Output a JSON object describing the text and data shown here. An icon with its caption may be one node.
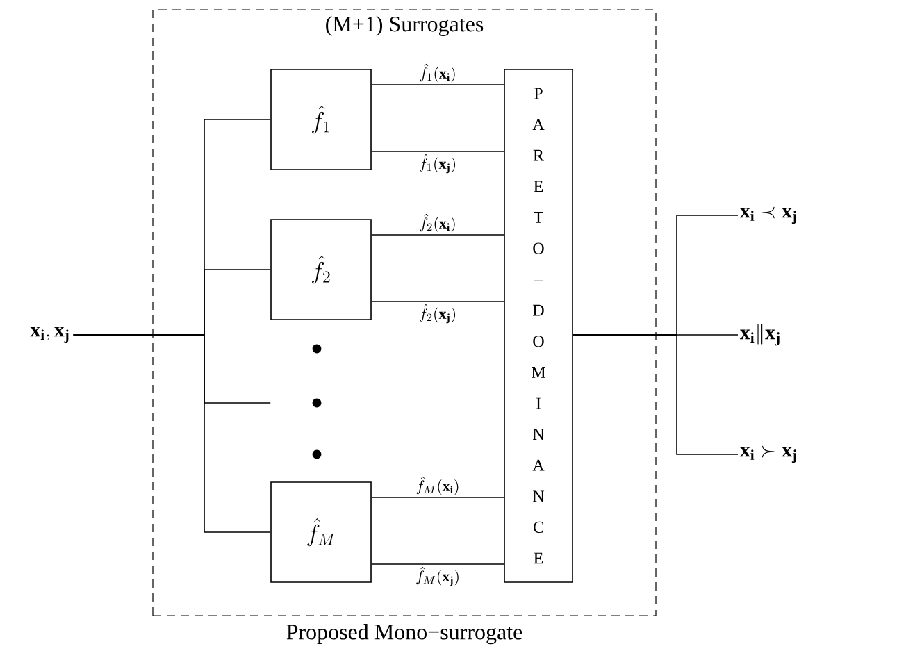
{
  "diagram": {
    "nodes": [
      {
        "text": [
          "(M+1) Surrogates"
        ],
        "beside": [
          "Proposed Mono−surrogate"
        ]
      },
      {
        "text": [
          "\\mathbf{x_i}, \\mathbf{x_j}"
        ]
      },
      {
        "text": [
          "\\hat{f}_1"
        ],
        "in": 0
      },
      {
        "text": [
          "\\hat{f}_2"
        ],
        "in": 0
      },
      {
        "text": [],
        "shape": "dots",
        "in": 0
      },
      {
        "text": [
          "\\hat{f}_M"
        ],
        "in": 0
      },
      {
        "text": [
          "P A R E T O – D O M I N A N C E"
        ],
        "in": 0
      },
      {
        "text": [
          "\\mathbf{x_i} \\prec \\mathbf{x_j}"
        ]
      },
      {
        "text": [
          "\\mathbf{x_i} \\| \\mathbf{x_j}"
        ]
      },
      {
        "text": [
          "\\mathbf{x_i} \\succ \\mathbf{x_j}"
        ]
      }
    ],
    "edges": [
      {
        "from": 1,
        "to": 2,
        "arrow": "none"
      },
      {
        "from": 1,
        "to": 3,
        "arrow": "none"
      },
      {
        "from": 1,
        "to": 4,
        "arrow": "none"
      },
      {
        "from": 1,
        "to": 5,
        "arrow": "none"
      },
      {
        "from": 2,
        "to": 6,
        "arrow": "none",
        "label": "\\hat{f}_1(\\mathbf{x_i})"
      },
      {
        "from": 2,
        "to": 6,
        "arrow": "none",
        "label": "\\hat{f}_1(\\mathbf{x_j})"
      },
      {
        "from": 3,
        "to": 6,
        "arrow": "none",
        "label": "\\hat{f}_2(\\mathbf{x_i})"
      },
      {
        "from": 3,
        "to": 6,
        "arrow": "none",
        "label": "\\hat{f}_2(\\mathbf{x_j})"
      },
      {
        "from": 5,
        "to": 6,
        "arrow": "none",
        "label": "\\hat{f}_M(\\mathbf{x_i})"
      },
      {
        "from": 5,
        "to": 6,
        "arrow": "none",
        "label": "\\hat{f}_M(\\mathbf{x_j})"
      },
      {
        "from": 6,
        "to": 7,
        "arrow": "none"
      },
      {
        "from": 6,
        "to": 8,
        "arrow": "none"
      },
      {
        "from": 6,
        "to": 9,
        "arrow": "none"
      }
    ]
  }
}
